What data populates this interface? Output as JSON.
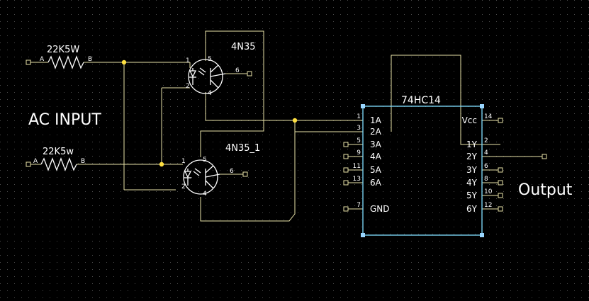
{
  "title_input": "AC INPUT",
  "title_output": "Output",
  "resistors": [
    {
      "label": "22K5W",
      "pin_a": "A",
      "pin_b": "B"
    },
    {
      "label": "22K5w",
      "pin_a": "A",
      "pin_b": "B"
    }
  ],
  "optocouplers": [
    {
      "label": "4N35",
      "pins": {
        "anode": "1",
        "cathode": "2",
        "collector": "5",
        "emitter": "4",
        "base": "6"
      }
    },
    {
      "label": "4N35_1",
      "pins": {
        "anode": "1",
        "cathode": "2",
        "collector": "5",
        "emitter": "4",
        "base": "6"
      }
    }
  ],
  "ic": {
    "label": "74HC14",
    "left_pins": [
      {
        "num": "1",
        "name": "1A"
      },
      {
        "num": "3",
        "name": "2A"
      },
      {
        "num": "5",
        "name": "3A"
      },
      {
        "num": "9",
        "name": "4A"
      },
      {
        "num": "11",
        "name": "5A"
      },
      {
        "num": "13",
        "name": "6A"
      },
      {
        "num": "7",
        "name": "GND"
      }
    ],
    "right_pins": [
      {
        "num": "14",
        "name": "Vcc"
      },
      {
        "num": "2",
        "name": "1Y"
      },
      {
        "num": "4",
        "name": "2Y"
      },
      {
        "num": "6",
        "name": "3Y"
      },
      {
        "num": "8",
        "name": "4Y"
      },
      {
        "num": "10",
        "name": "5Y"
      },
      {
        "num": "12",
        "name": "6Y"
      }
    ]
  }
}
